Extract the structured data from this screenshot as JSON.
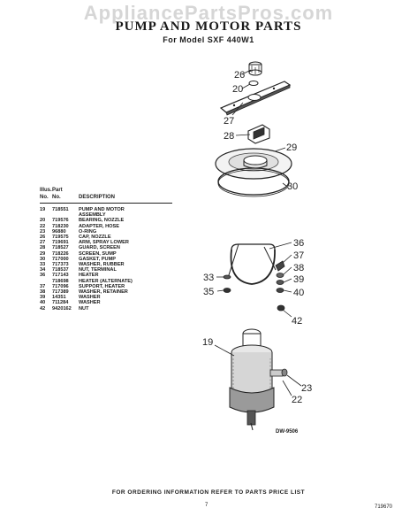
{
  "watermark": "AppliancePartsPros.com",
  "header": {
    "title": "PUMP AND MOTOR PARTS",
    "subtitle": "For Model SXF 440W1"
  },
  "parts_table": {
    "headers": {
      "illus": "Illus.\nNo.",
      "part": "Part\nNo.",
      "description": "DESCRIPTION"
    },
    "rows": [
      {
        "illus": "19",
        "part": "718551",
        "desc": "PUMP AND MOTOR\nASSEMBLY"
      },
      {
        "illus": "20",
        "part": "719576",
        "desc": "BEARING, NOZZLE"
      },
      {
        "illus": "22",
        "part": "718230",
        "desc": "ADAPTER, HOSE"
      },
      {
        "illus": "23",
        "part": "96880",
        "desc": "O-RING"
      },
      {
        "illus": "26",
        "part": "719575",
        "desc": "CAP, NOZZLE"
      },
      {
        "illus": "27",
        "part": "719691",
        "desc": "ARM, SPRAY LOWER"
      },
      {
        "illus": "28",
        "part": "718527",
        "desc": "GUARD, SCREEN"
      },
      {
        "illus": "29",
        "part": "718226",
        "desc": "SCREEN, SUMP"
      },
      {
        "illus": "30",
        "part": "717000",
        "desc": "GASKET, PUMP"
      },
      {
        "illus": "33",
        "part": "717373",
        "desc": "WASHER, RUBBER"
      },
      {
        "illus": "34",
        "part": "718537",
        "desc": "NUT, TERMINAL"
      },
      {
        "illus": "36",
        "part": "717143",
        "desc": "HEATER"
      },
      {
        "illus": "",
        "part": "718698",
        "desc": "HEATER (ALTERNATE)"
      },
      {
        "illus": "37",
        "part": "717096",
        "desc": "SUPPORT, HEATER"
      },
      {
        "illus": "38",
        "part": "717389",
        "desc": "WASHER, RETAINER"
      },
      {
        "illus": "39",
        "part": "14351",
        "desc": "WASHER"
      },
      {
        "illus": "40",
        "part": "711284",
        "desc": "WASHER"
      },
      {
        "illus": "42",
        "part": "9420162",
        "desc": "NUT"
      }
    ]
  },
  "callouts": {
    "c26": "26",
    "c20": "20",
    "c27": "27",
    "c28": "28",
    "c29": "29",
    "c30": "30",
    "c36": "36",
    "c37": "37",
    "c33": "33",
    "c38": "38",
    "c39": "39",
    "c35": "35",
    "c40": "40",
    "c42": "42",
    "c19": "19",
    "c23": "23",
    "c22": "22"
  },
  "diagram_part_number": "DW-9506",
  "footer": {
    "notice": "FOR ORDERING INFORMATION REFER TO PARTS PRICE LIST",
    "page_number": "7",
    "doc_code": "719670"
  }
}
